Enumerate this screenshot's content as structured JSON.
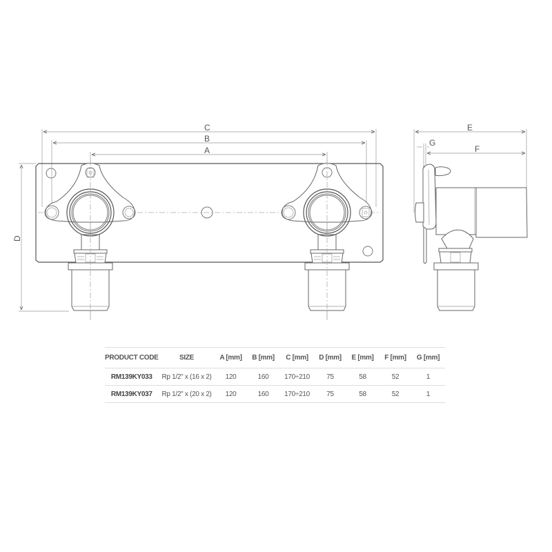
{
  "diagram": {
    "front_view": {
      "dimensions": {
        "C": "C",
        "B": "B",
        "A": "A",
        "D": "D"
      }
    },
    "side_view": {
      "dimensions": {
        "E": "E",
        "F": "F",
        "G": "G"
      }
    },
    "colors": {
      "line": "#777777",
      "text": "#555555",
      "background": "#ffffff"
    }
  },
  "table": {
    "headers": [
      "PRODUCT CODE",
      "SIZE",
      "A [mm]",
      "B [mm]",
      "C [mm]",
      "D [mm]",
      "E [mm]",
      "F [mm]",
      "G [mm]"
    ],
    "rows": [
      [
        "RM139KY033",
        "Rp 1/2\" x (16 x 2)",
        "120",
        "160",
        "170÷210",
        "75",
        "58",
        "52",
        "1"
      ],
      [
        "RM139KY037",
        "Rp 1/2\" x (20 x 2)",
        "120",
        "160",
        "170÷210",
        "75",
        "58",
        "52",
        "1"
      ]
    ]
  }
}
